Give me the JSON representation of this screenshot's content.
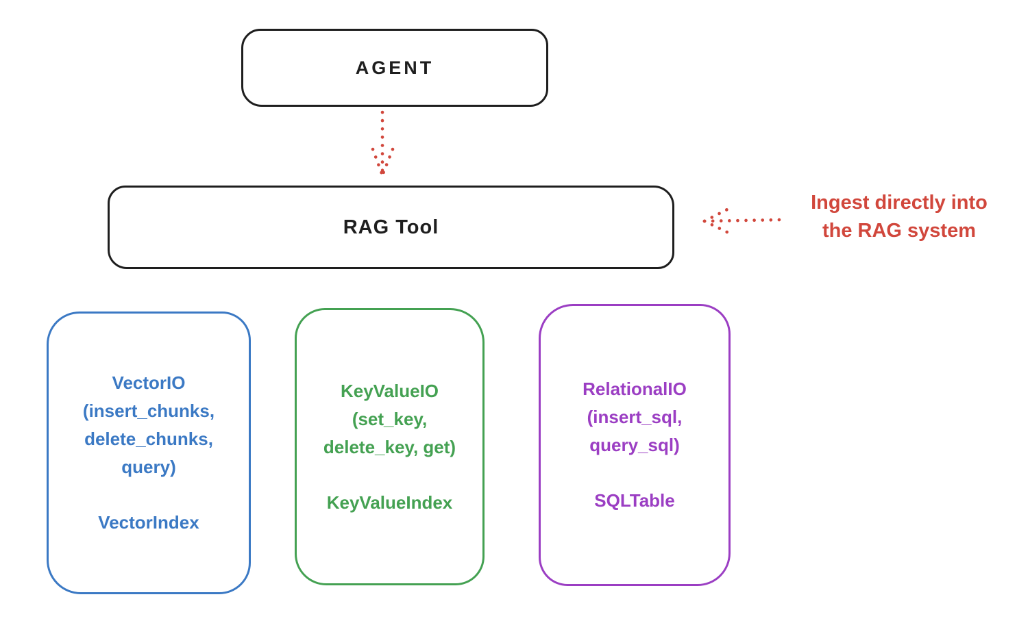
{
  "colors": {
    "ink": "#1e1e1e",
    "red": "#d1473c",
    "blue": "#3b79c4",
    "green": "#44a152",
    "purple": "#9b3ec3",
    "background": "#ffffff"
  },
  "nodes": {
    "agent": {
      "label": "AGENT"
    },
    "rag_tool": {
      "label": "RAG Tool"
    },
    "vector_io": {
      "heading": "VectorIO",
      "methods": [
        "(insert_chunks,",
        "delete_chunks,",
        "query)"
      ],
      "index_label": "VectorIndex",
      "color": "#3b79c4"
    },
    "key_value_io": {
      "heading": "KeyValueIO",
      "methods": [
        "(set_key,",
        "delete_key, get)"
      ],
      "index_label": "KeyValueIndex",
      "color": "#44a152"
    },
    "relational_io": {
      "heading": "RelationalIO",
      "methods": [
        "(insert_sql,",
        "query_sql)"
      ],
      "index_label": "SQLTable",
      "color": "#9b3ec3"
    }
  },
  "annotation": {
    "lines": [
      "Ingest directly into",
      "the RAG system"
    ],
    "color": "#d1473c"
  },
  "arrows": {
    "agent_to_rag": {
      "from": "agent",
      "to": "rag_tool",
      "style": "dotted",
      "color": "#d1473c"
    },
    "annotation_to_rag": {
      "from": "annotation",
      "to": "rag_tool",
      "style": "dotted",
      "color": "#d1473c"
    }
  }
}
